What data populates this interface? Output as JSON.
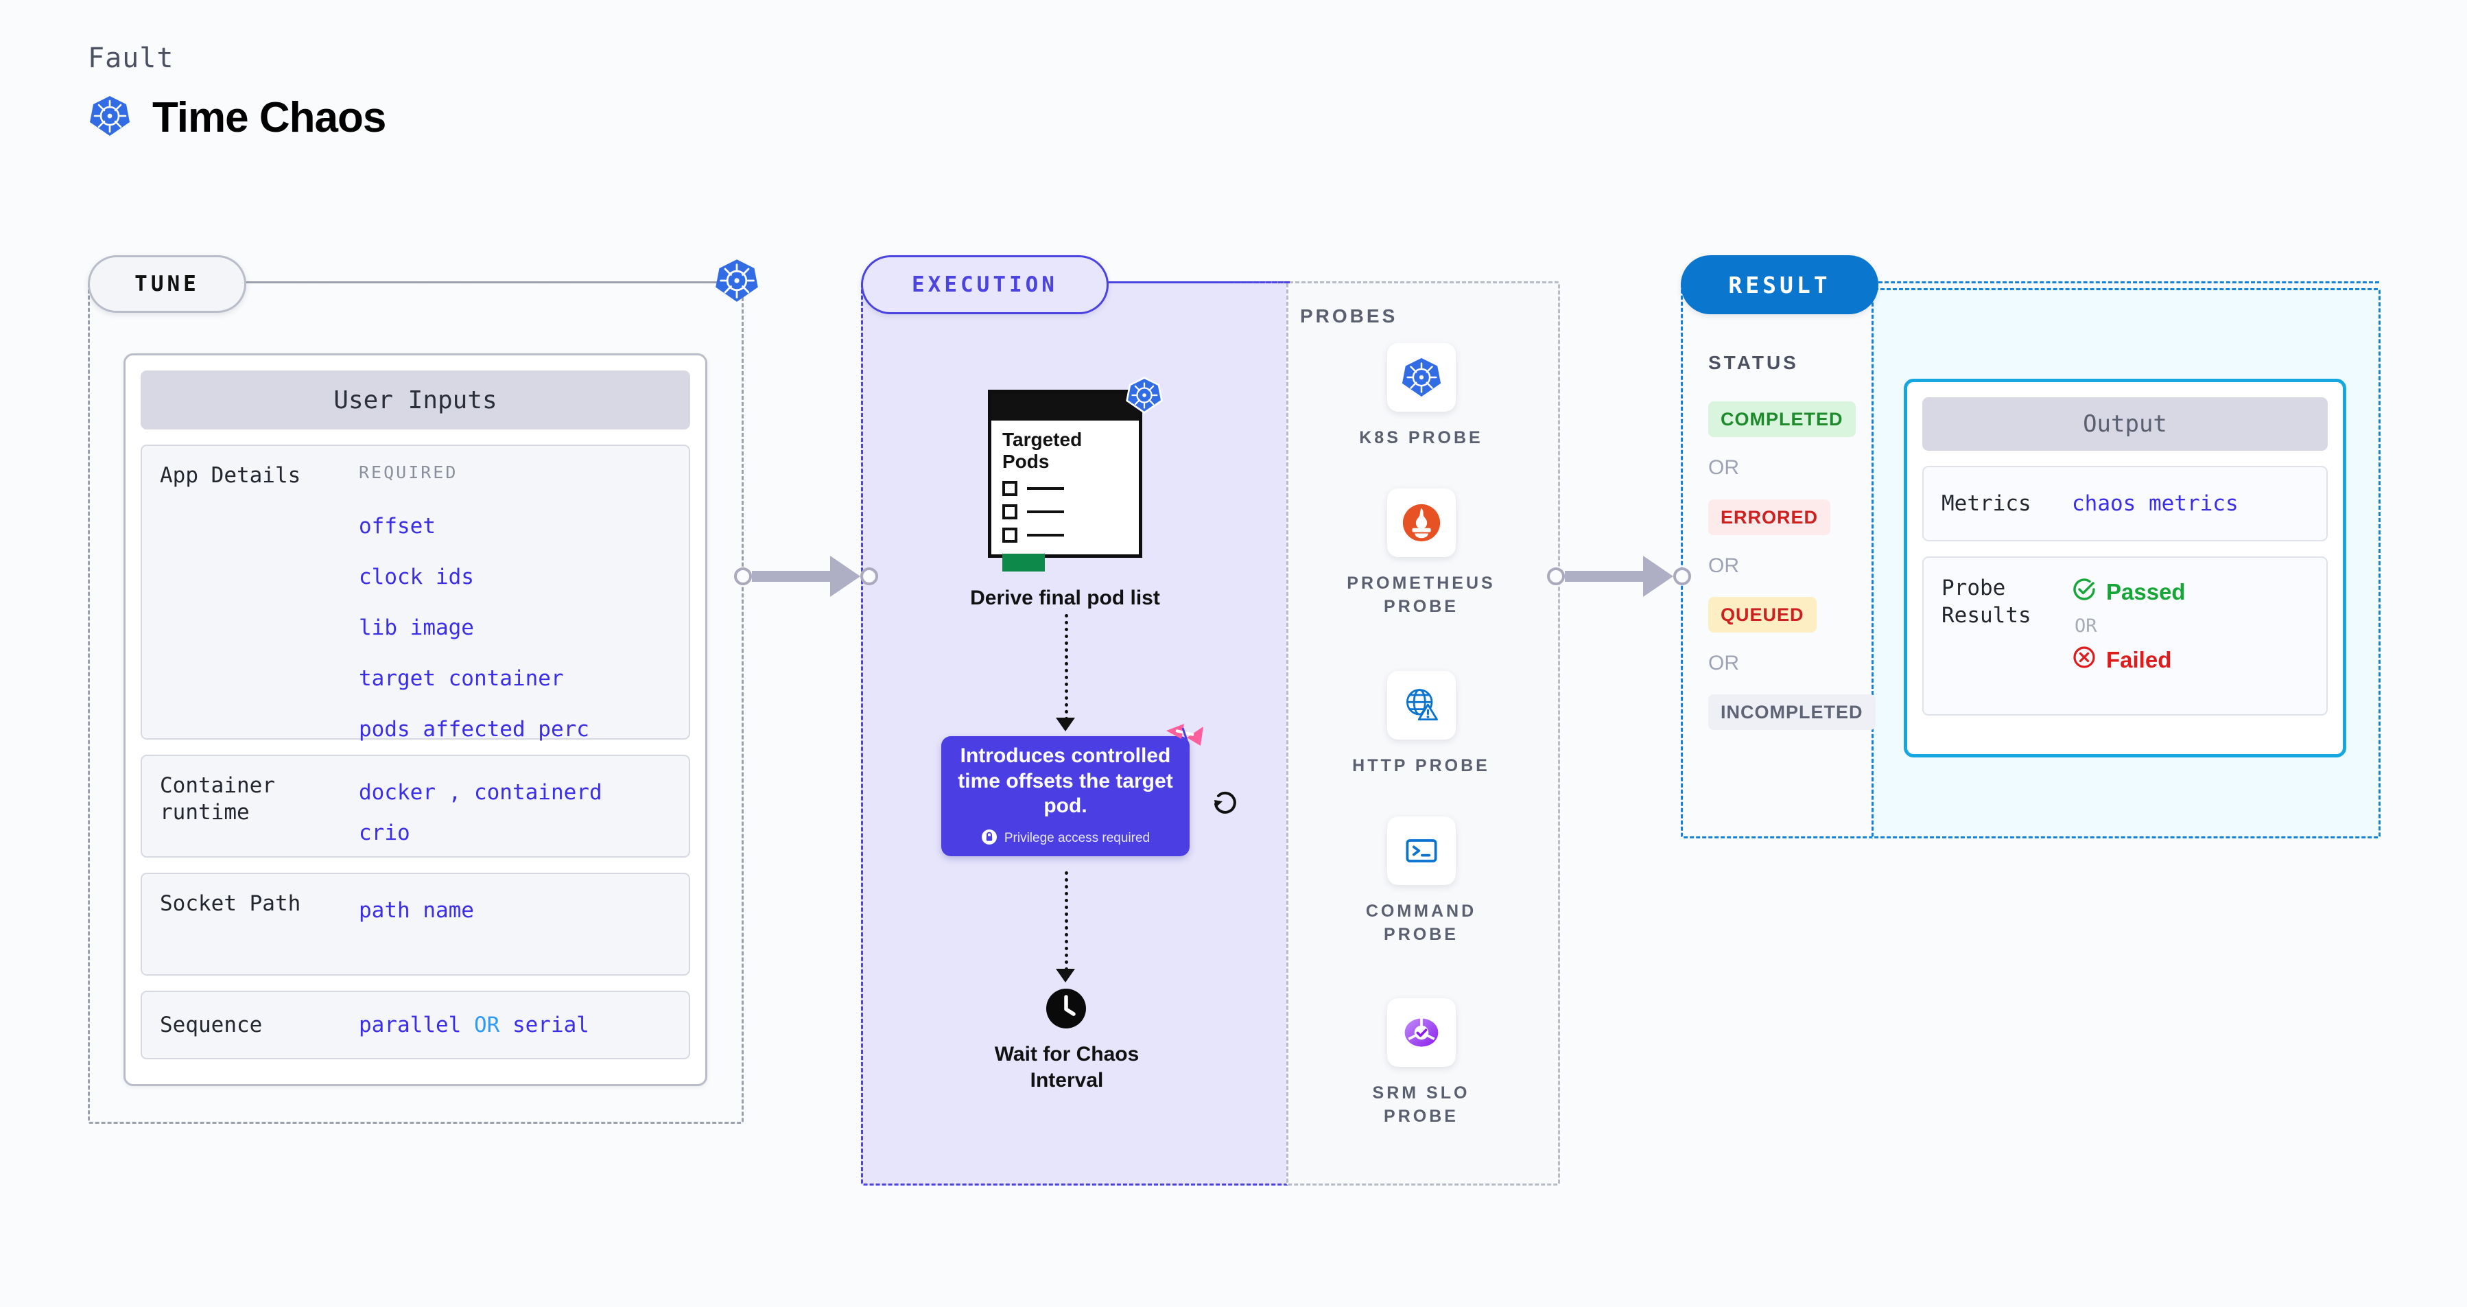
{
  "header": {
    "fault_label": "Fault",
    "title": "Time Chaos",
    "logo": "kubernetes-icon"
  },
  "sections": {
    "tune": {
      "pill_label": "TUNE"
    },
    "execution": {
      "pill_label": "EXECUTION"
    },
    "result": {
      "pill_label": "RESULT"
    }
  },
  "tune": {
    "card_title": "User Inputs",
    "rows": [
      {
        "key": "App Details",
        "tag": "REQUIRED",
        "values": [
          "offset",
          "clock ids",
          "lib image",
          "target container",
          "pods affected perc"
        ]
      },
      {
        "key": "Container runtime",
        "value_line1": "docker , containerd",
        "value_line2": "crio"
      },
      {
        "key": "Socket Path",
        "value_line1": "path name"
      },
      {
        "key": "Sequence",
        "value_a": "parallel",
        "value_or": "OR",
        "value_b": "serial"
      }
    ]
  },
  "execution": {
    "targeted_card": {
      "title_line1": "Targeted",
      "title_line2": "Pods"
    },
    "derive_label": "Derive final pod list",
    "purple_card": {
      "text": "Introduces controlled time offsets the target pod.",
      "privilege_note": "Privilege access required",
      "lock_icon": "lock-icon",
      "ribbon_icon": "rotate-badge-icon"
    },
    "retry_icon": "refresh-icon",
    "wait_label_line1": "Wait for Chaos",
    "wait_label_line2": "Interval",
    "clock_icon": "clock-icon"
  },
  "probes": {
    "title": "PROBES",
    "items": [
      {
        "label_line1": "K8S  PROBE",
        "label_line2": "",
        "icon": "kubernetes-icon"
      },
      {
        "label_line1": "PROMETHEUS",
        "label_line2": "PROBE",
        "icon": "prometheus-icon"
      },
      {
        "label_line1": "HTTP  PROBE",
        "label_line2": "",
        "icon": "globe-warning-icon"
      },
      {
        "label_line1": "COMMAND",
        "label_line2": "PROBE",
        "icon": "terminal-icon"
      },
      {
        "label_line1": "SRM  SLO",
        "label_line2": "PROBE",
        "icon": "slo-donut-icon"
      }
    ]
  },
  "result": {
    "status_title": "STATUS",
    "or_label": "OR",
    "statuses": [
      {
        "label": "COMPLETED"
      },
      {
        "label": "ERRORED"
      },
      {
        "label": "QUEUED"
      },
      {
        "label": "INCOMPLETED"
      }
    ],
    "output": {
      "title": "Output",
      "metrics_key": "Metrics",
      "metrics_value": "chaos metrics",
      "probe_key_line1": "Probe",
      "probe_key_line2": "Results",
      "passed_label": "Passed",
      "or_label": "OR",
      "failed_label": "Failed",
      "passed_icon": "check-circle-icon",
      "failed_icon": "x-circle-icon"
    }
  },
  "colors": {
    "accent_purple": "#4b3fe4",
    "accent_blue": "#0b76ce",
    "k8s_blue": "#326ce5",
    "cyan": "#17a7e0",
    "green": "#16a637",
    "red": "#e01b1b",
    "pink": "#fc5f9b"
  }
}
